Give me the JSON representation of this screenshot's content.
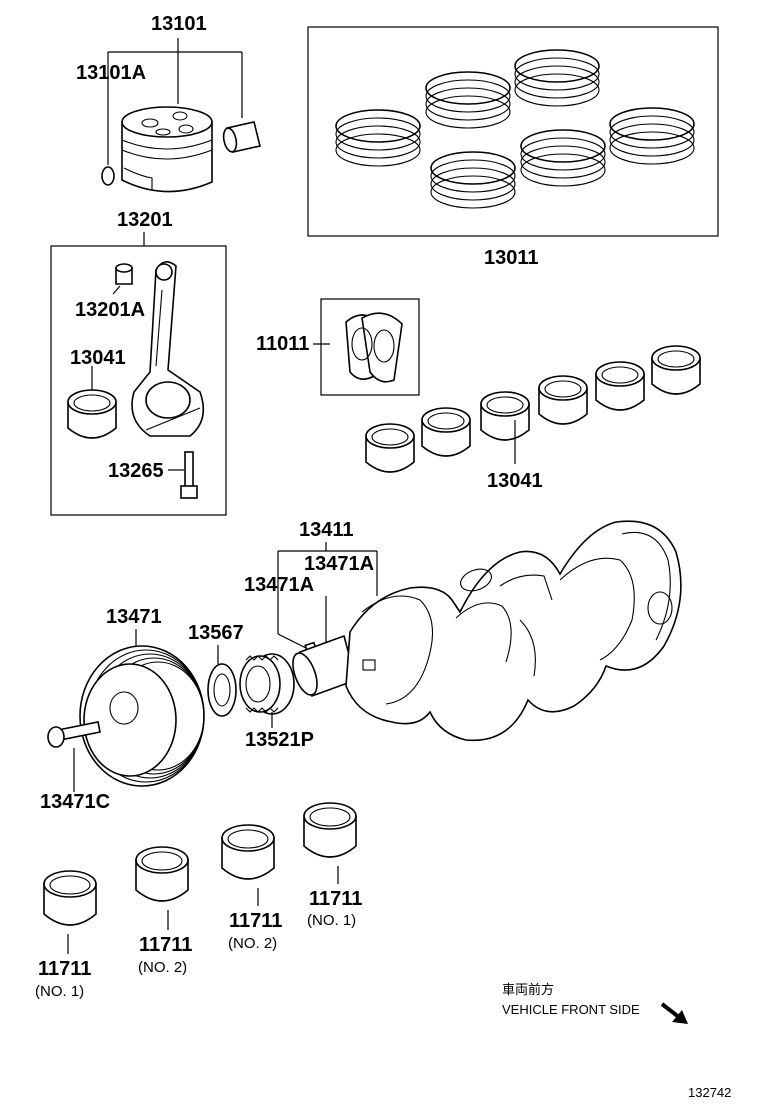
{
  "labels": {
    "piston_set": "13101",
    "piston_clip": "13101A",
    "rod_assy": "13201",
    "rod_bushing": "13201A",
    "rod_bearing": "13041",
    "rod_bolt": "13265",
    "ring_set": "13011",
    "thrust_washer": "11011",
    "rod_bearings_row": "13041",
    "crankshaft": "13411",
    "key_upper": "13471A",
    "key_lower": "13471A",
    "pulley": "13471",
    "plate": "13567",
    "sprocket": "13521P",
    "pulley_bolt": "13471C",
    "main_bearing_1": "11711",
    "main_bearing_1_note": "(NO. 1)",
    "main_bearing_2": "11711",
    "main_bearing_2_note": "(NO. 2)",
    "main_bearing_3": "11711",
    "main_bearing_3_note": "(NO. 2)",
    "main_bearing_4": "11711",
    "main_bearing_4_note": "(NO. 1)"
  },
  "direction": {
    "japanese": "車両前方",
    "english": "VEHICLE FRONT SIDE"
  },
  "illustration_number": "132742"
}
